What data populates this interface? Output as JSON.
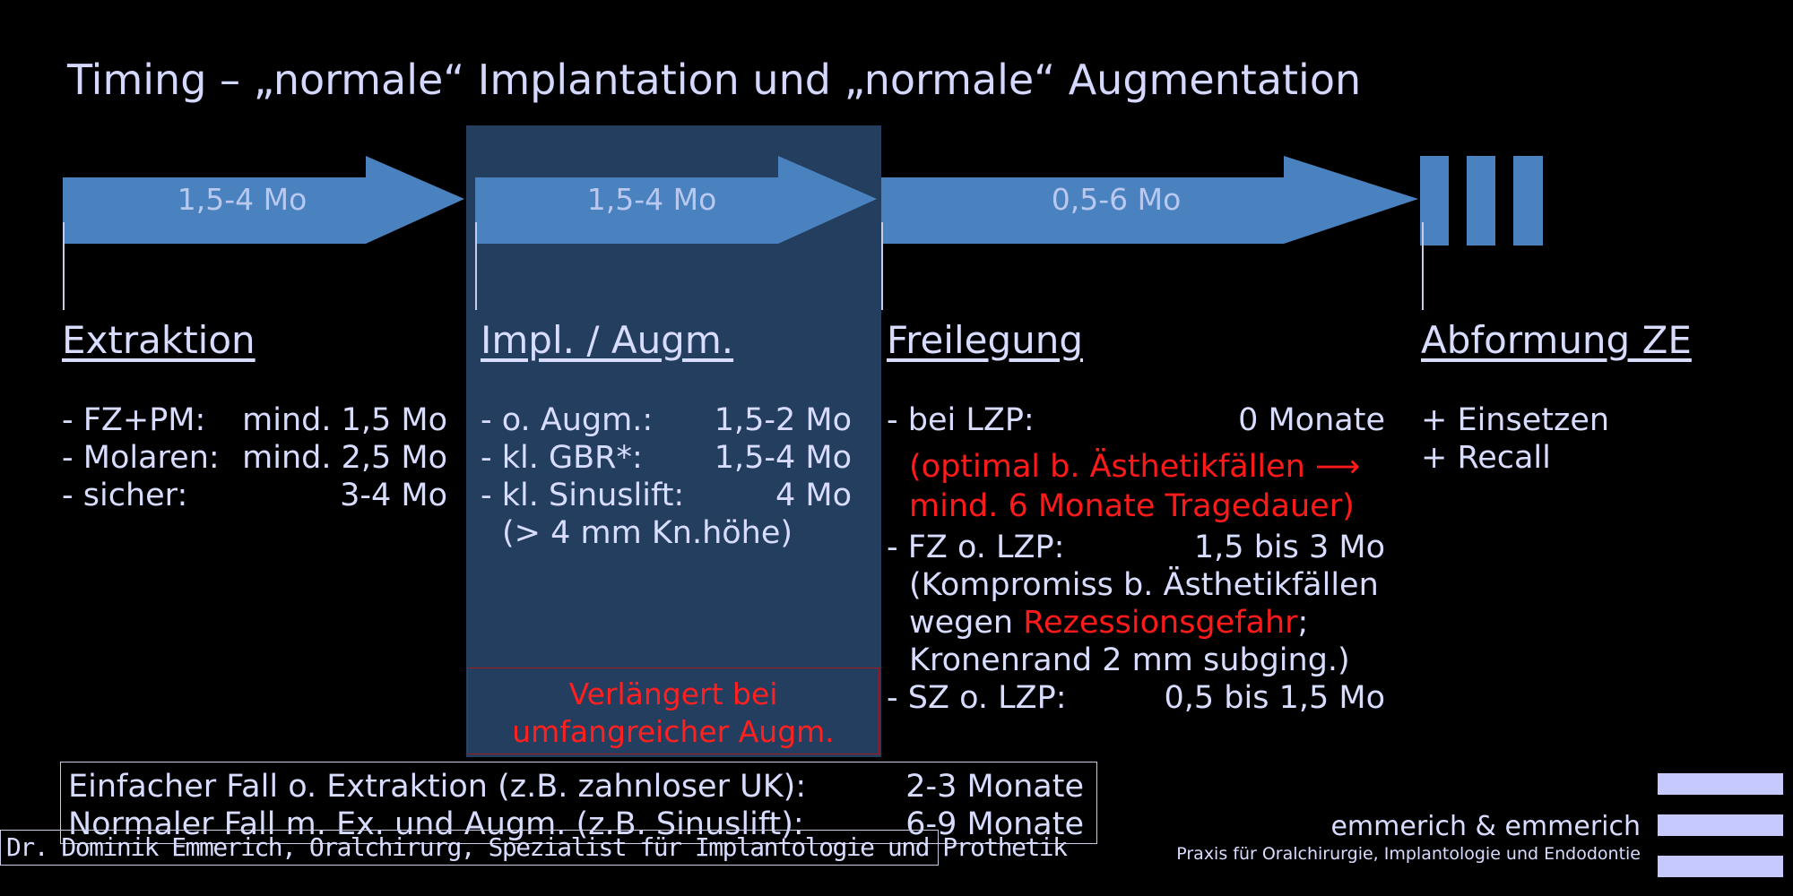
{
  "title": "Timing – „normale“ Implantation und „normale“ Augmentation",
  "colors": {
    "arrow": "#4a82c0",
    "panel": "#243e5f",
    "text": "#d8dcff",
    "warning": "#ff1a1a",
    "stripes": "#c6c9ff"
  },
  "timeline": {
    "arrows": [
      "1,5-4 Mo",
      "1,5-4 Mo",
      "0,5-6 Mo"
    ],
    "end_marker_icon": "three-bars-icon"
  },
  "phases": {
    "extraktion": {
      "heading": "Extraktion",
      "rows": [
        {
          "label": "- FZ+PM:",
          "value": "mind. 1,5 Mo"
        },
        {
          "label": "- Molaren:",
          "value": "mind. 2,5 Mo"
        },
        {
          "label": "- sicher:",
          "value": "3-4 Mo"
        }
      ]
    },
    "implantation": {
      "heading": "Impl. / Augm.",
      "rows": [
        {
          "label": "- o. Augm.:",
          "value": "1,5-2 Mo"
        },
        {
          "label": "- kl. GBR*:",
          "value": "1,5-4 Mo"
        },
        {
          "label": "- kl. Sinuslift:",
          "value": "4 Mo"
        },
        {
          "label": "(> 4 mm Kn.höhe)",
          "value": ""
        }
      ],
      "warning_line1": "Verlängert bei",
      "warning_line2": "umfangreicher Augm."
    },
    "freilegung": {
      "heading": "Freilegung",
      "lzp_label": "- bei LZP:",
      "lzp_value": "0 Monate",
      "lzp_note1": "(optimal b. Ästhetikfällen ⟶",
      "lzp_note2": "mind. 6 Monate Tragedauer)",
      "fz_label": "- FZ o. LZP:",
      "fz_value": "1,5 bis 3 Mo",
      "fz_note1": "(Kompromiss b. Ästhetikfällen",
      "fz_note2_pre": "wegen ",
      "fz_note2_red": "Rezessionsgefahr",
      "fz_note2_post": ";",
      "fz_note3": "Kronenrand 2 mm subging.)",
      "sz_label": "- SZ o. LZP:",
      "sz_value": "0,5 bis 1,5 Mo"
    },
    "abformung": {
      "heading": "Abformung ZE",
      "items": [
        "+ Einsetzen",
        "+ Recall"
      ]
    }
  },
  "summary": {
    "rows": [
      {
        "label": "Einfacher Fall o. Extraktion (z.B. zahnloser UK):",
        "value": "2-3 Monate"
      },
      {
        "label": "Normaler Fall m. Ex. und Augm. (z.B. Sinuslift):",
        "value": "6-9 Monate"
      }
    ]
  },
  "footer": {
    "author": "Dr. Dominik Emmerich, Oralchirurg, Spezialist für Implantologie und Prothetik",
    "brand": "emmerich & emmerich",
    "brand_sub": "Praxis für Oralchirurgie, Implantologie und Endodontie",
    "logo_icon": "three-stripes-logo-icon"
  }
}
